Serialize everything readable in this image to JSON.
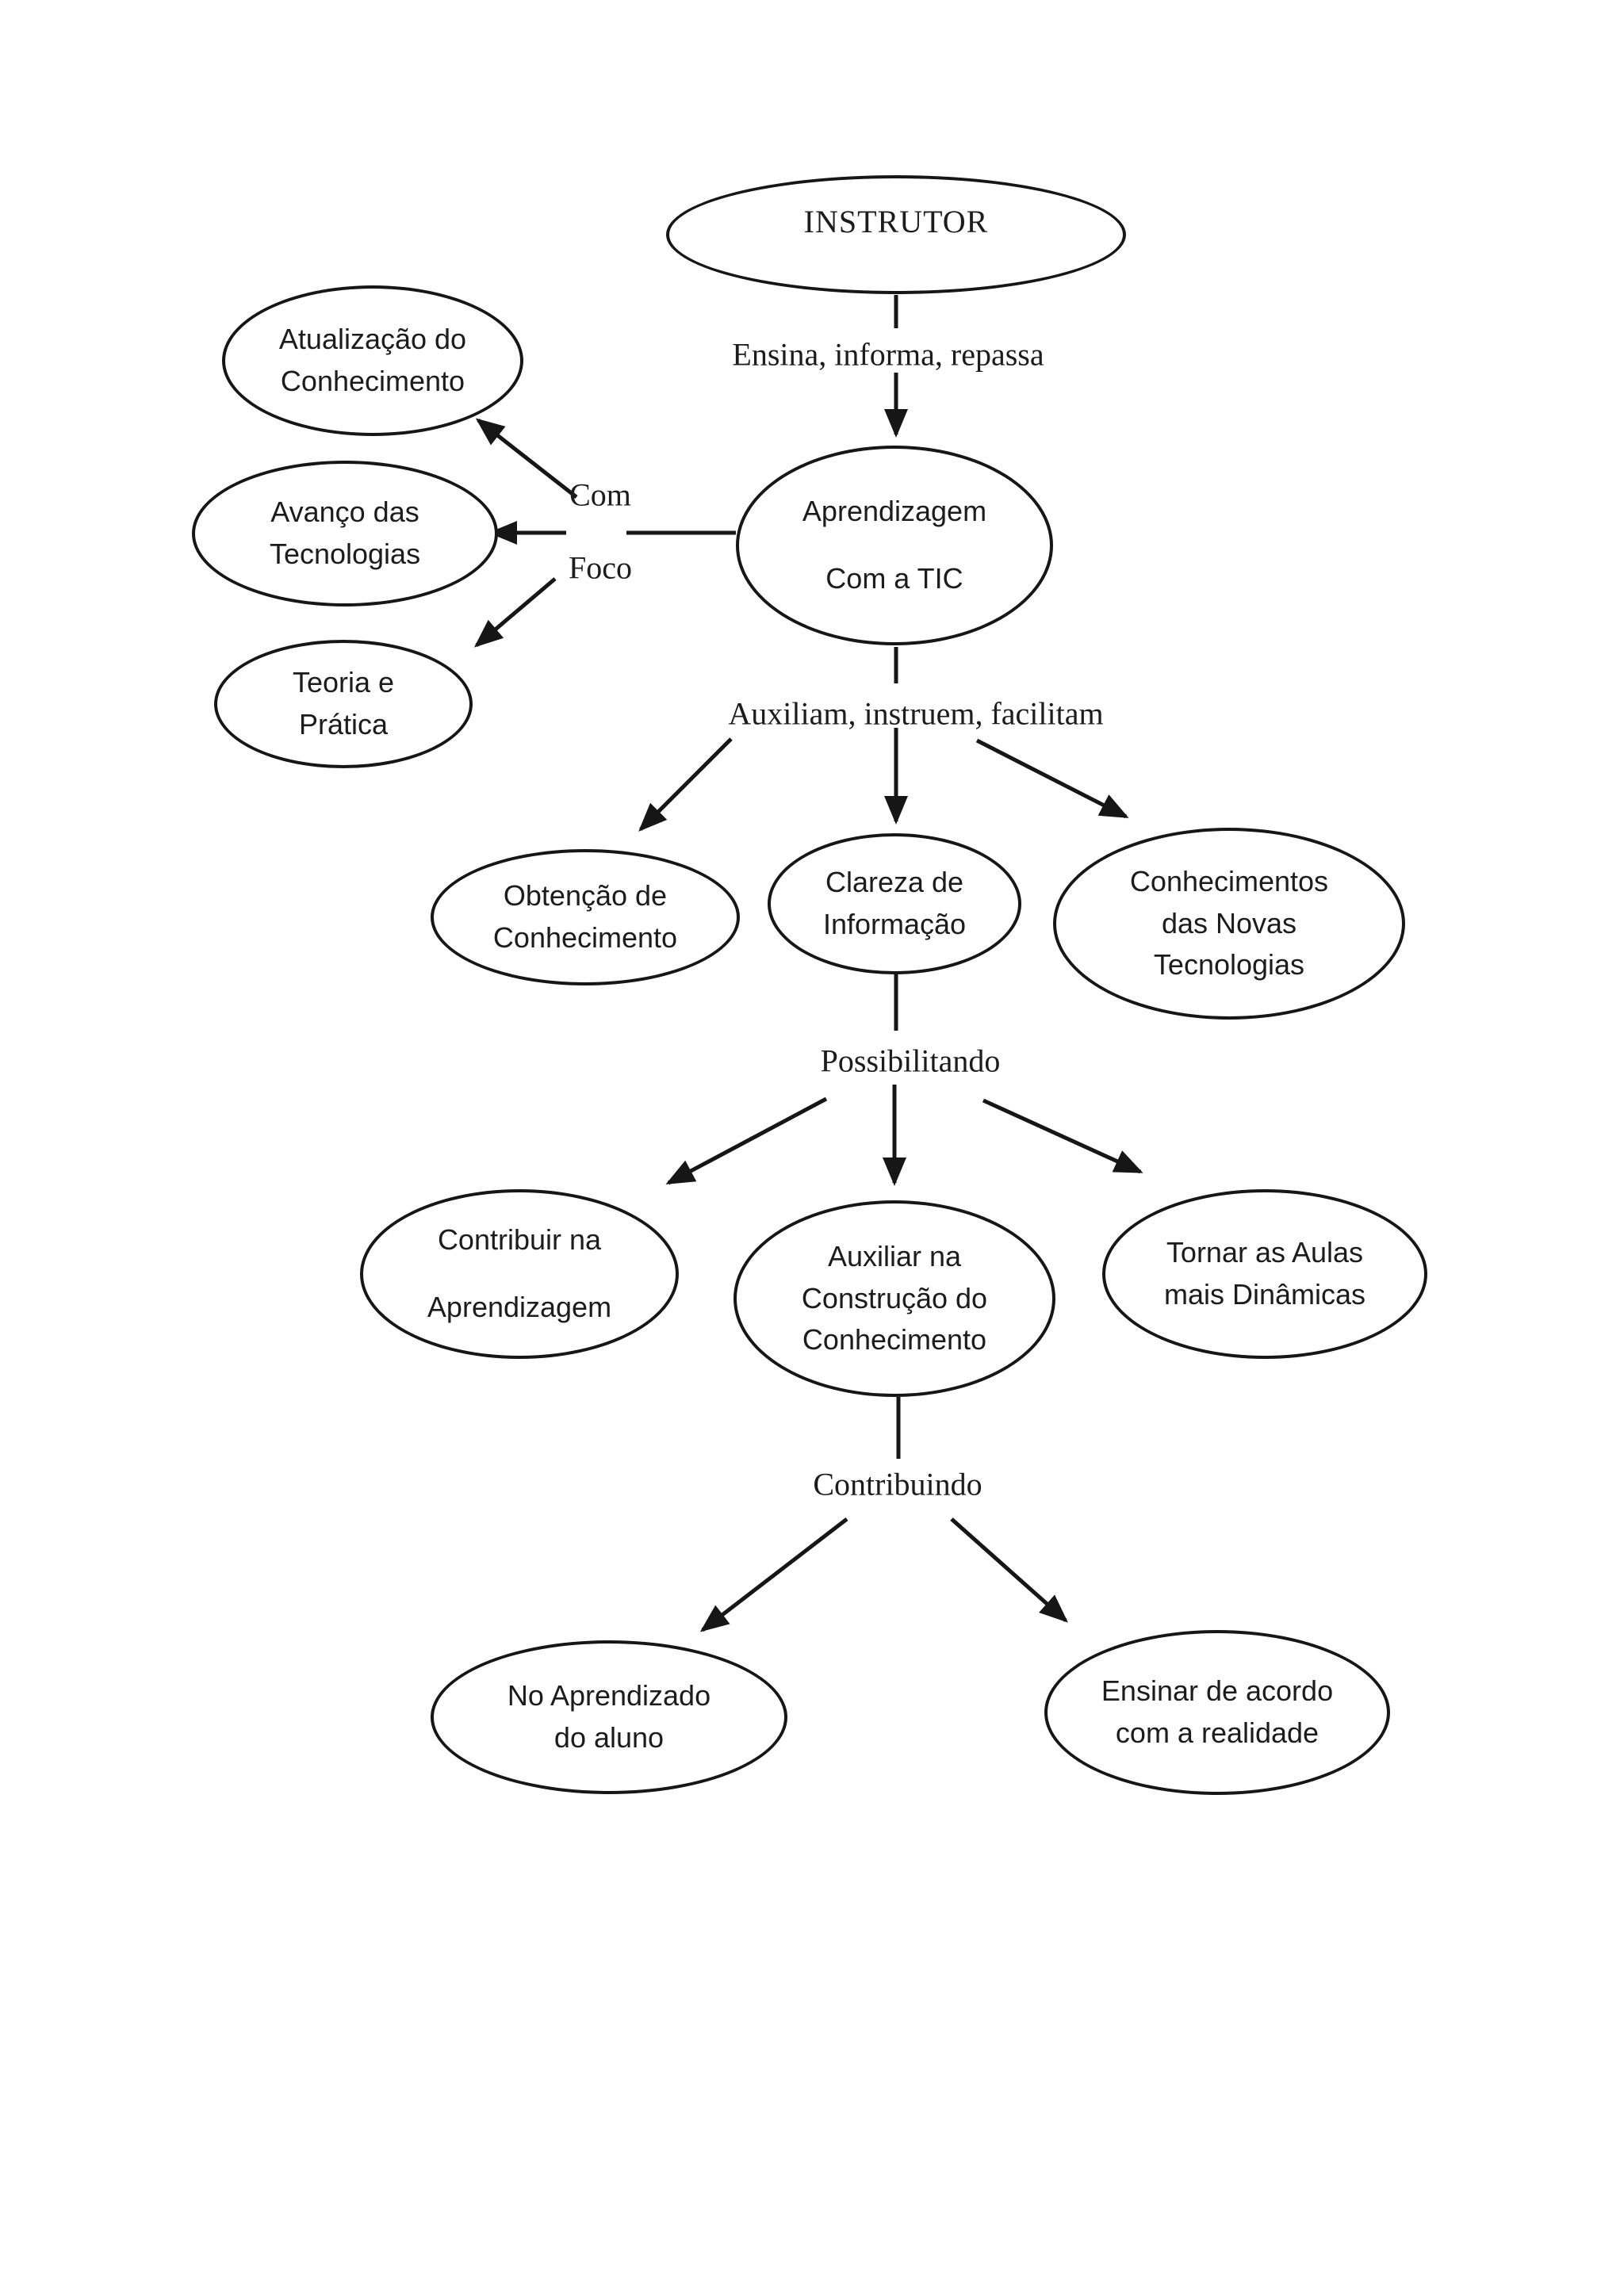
{
  "diagram": {
    "nodes": {
      "instrutor": {
        "lines": [
          "INSTRUTOR"
        ]
      },
      "atualizacao_conhecimento": {
        "lines": [
          "Atualização do",
          "Conhecimento"
        ]
      },
      "avanco_tecnologias": {
        "lines": [
          "Avanço das",
          "Tecnologias"
        ]
      },
      "teoria_pratica": {
        "lines": [
          "Teoria e",
          "Prática"
        ]
      },
      "aprendizagem_tic": {
        "lines": [
          "Aprendizagem",
          "Com a TIC"
        ]
      },
      "obtencao_conhecimento": {
        "lines": [
          "Obtenção de",
          "Conhecimento"
        ]
      },
      "clareza_informacao": {
        "lines": [
          "Clareza de",
          "Informação"
        ]
      },
      "conhecimentos_novas_tecnologias": {
        "lines": [
          "Conhecimentos",
          "das Novas",
          "Tecnologias"
        ]
      },
      "contribuir_aprendizagem": {
        "lines": [
          "Contribuir na",
          "Aprendizagem"
        ]
      },
      "auxiliar_construcao_conhecimento": {
        "lines": [
          "Auxiliar na",
          "Construção do",
          "Conhecimento"
        ]
      },
      "tornar_aulas_dinamicas": {
        "lines": [
          "Tornar as Aulas",
          "mais Dinâmicas"
        ]
      },
      "no_aprendizado_aluno": {
        "lines": [
          "No Aprendizado",
          "do aluno"
        ]
      },
      "ensinar_realidade": {
        "lines": [
          "Ensinar de acordo",
          "com a realidade"
        ]
      }
    },
    "edge_labels": {
      "ensina": "Ensina, informa, repassa",
      "com": "Com",
      "foco": "Foco",
      "auxiliam": "Auxiliam, instruem, facilitam",
      "possibilitando": "Possibilitando",
      "contribuindo": "Contribuindo"
    },
    "colors": {
      "stroke": "#161616",
      "background": "#ffffff",
      "text": "#1c1c1c"
    }
  }
}
